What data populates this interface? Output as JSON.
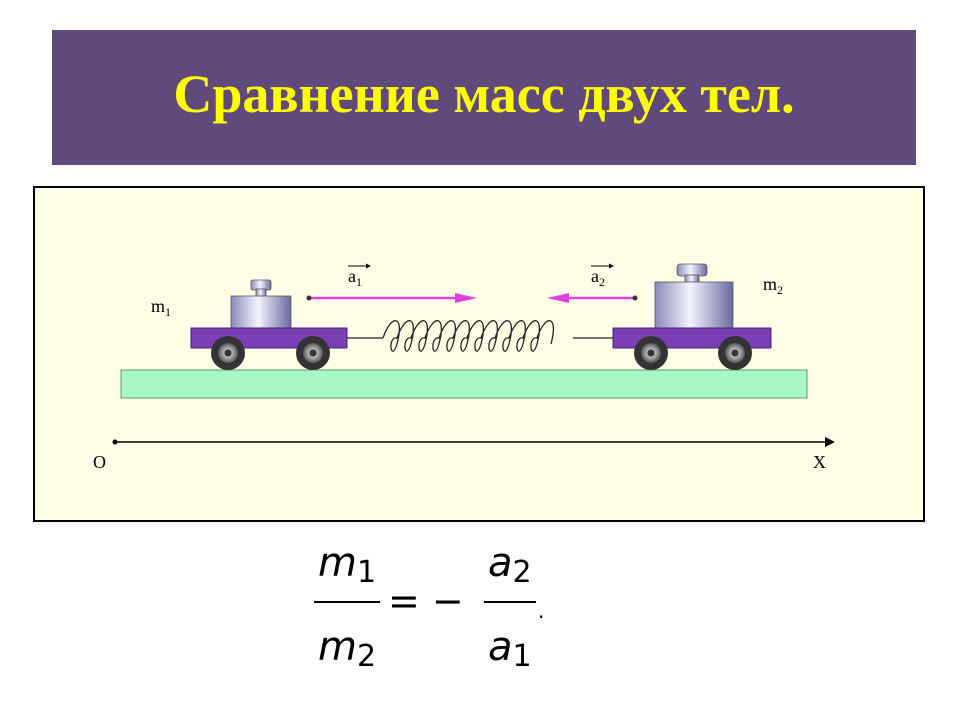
{
  "title": "Сравнение масс двух тел.",
  "diagram": {
    "origin_label": "O",
    "axis_label": "X",
    "body1": {
      "mass_symbol": "m",
      "mass_index": "1",
      "accel_symbol": "a",
      "accel_index": "1"
    },
    "body2": {
      "mass_symbol": "m",
      "mass_index": "2",
      "accel_symbol": "a",
      "accel_index": "2"
    },
    "colors": {
      "cart": "#7a3fb5",
      "track": "#aaf7c4",
      "arrow": "#e040e0",
      "weight": "#c8c8e8",
      "background": "#ffffe8"
    }
  },
  "formula": {
    "num_left": "m",
    "num_left_index": "1",
    "den_left": "m",
    "den_left_index": "2",
    "operator": "= −",
    "num_right": "a",
    "num_right_index": "2",
    "den_right": "a",
    "den_right_index": "1",
    "end_mark": "."
  }
}
